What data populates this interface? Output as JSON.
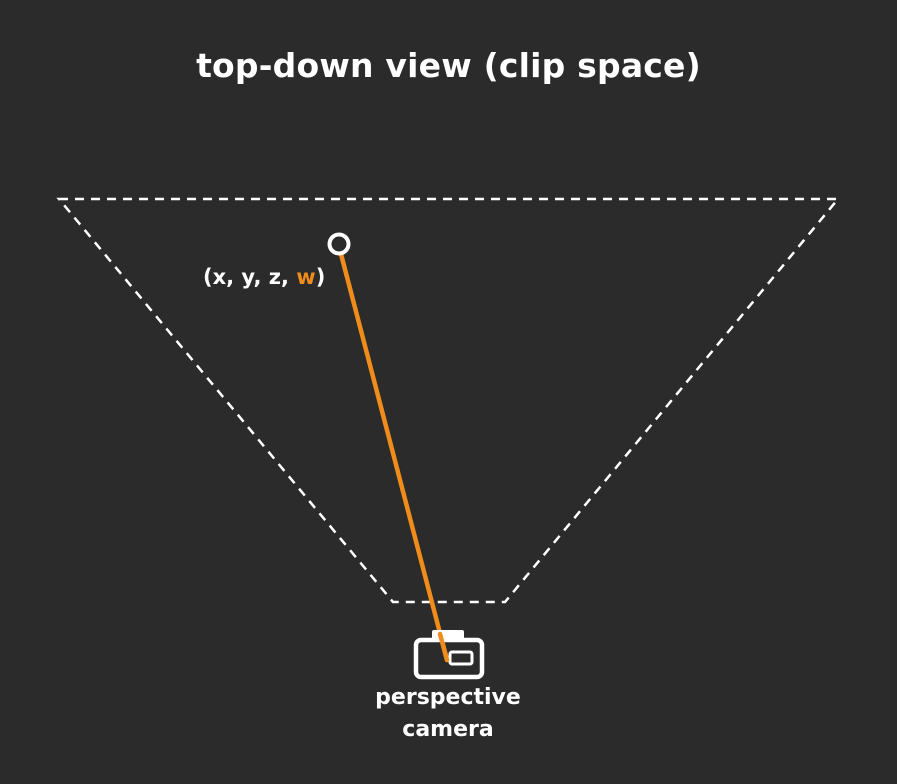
{
  "title": "top-down view (clip space)",
  "point": {
    "label_prefix": "(x, y, z, ",
    "label_w": "w",
    "label_suffix": ")"
  },
  "camera": {
    "label_line1": "perspective",
    "label_line2": "camera"
  },
  "colors": {
    "background": "#2b2b2b",
    "foreground": "#ffffff",
    "accent": "#f08c1b"
  },
  "icons": {
    "camera": "camera-icon",
    "point": "point-marker"
  }
}
